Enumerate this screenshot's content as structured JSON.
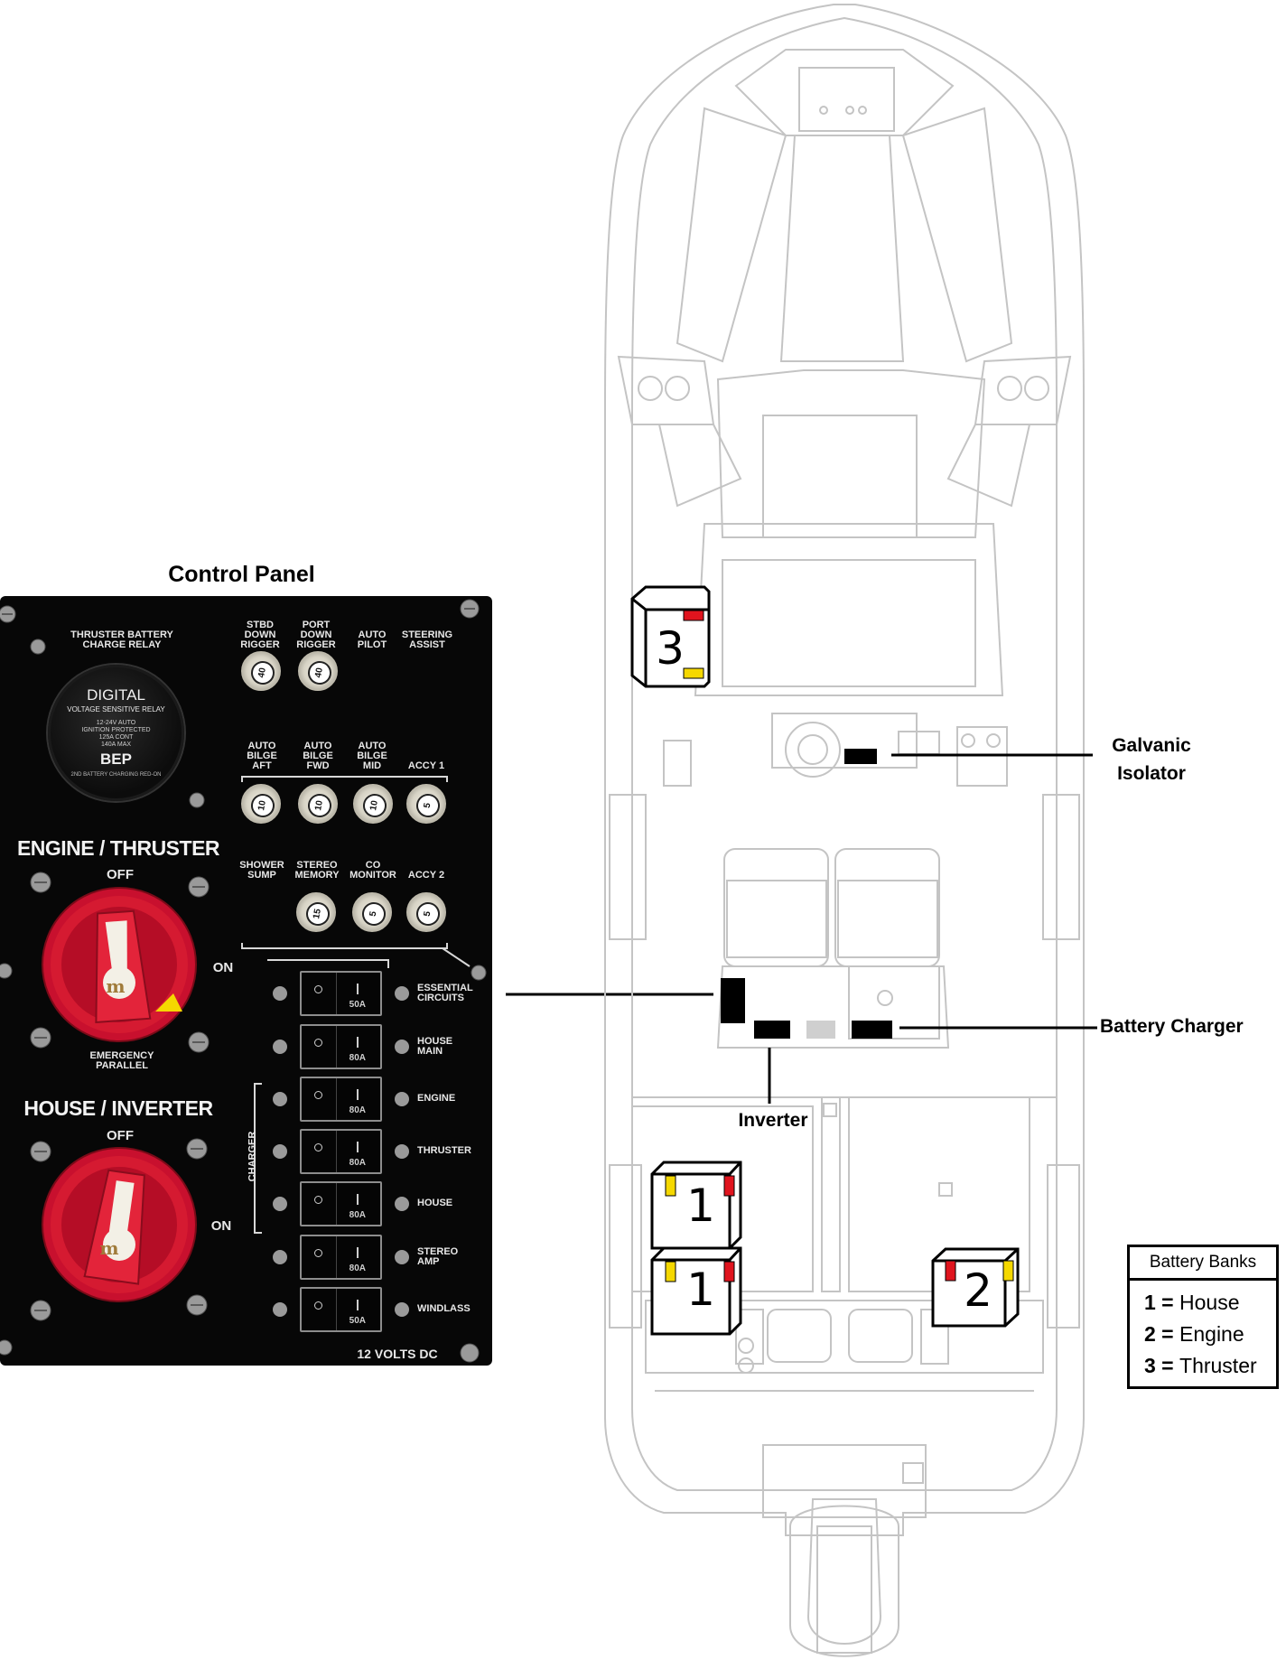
{
  "panel_title": "Control Panel",
  "panel": {
    "relay_header": [
      "THRUSTER BATTERY",
      "CHARGE RELAY"
    ],
    "relay_device": {
      "brand_top": "DIGITAL",
      "subtitle": "VOLTAGE SENSITIVE RELAY",
      "specs": [
        "12-24V AUTO",
        "IGNITION PROTECTED",
        "125A CONT",
        "140A MAX"
      ],
      "brand": "BEP",
      "footer": "2ND BATTERY CHARGING RED-ON"
    },
    "row1_labels": [
      [
        "STBD",
        "DOWN",
        "RIGGER"
      ],
      [
        "PORT",
        "DOWN",
        "RIGGER"
      ],
      [
        "AUTO",
        "PILOT"
      ],
      [
        "STEERING",
        "ASSIST"
      ]
    ],
    "row1_fuses": [
      "40",
      "40"
    ],
    "row2_labels": [
      [
        "AUTO",
        "BILGE",
        "AFT"
      ],
      [
        "AUTO",
        "BILGE",
        "FWD"
      ],
      [
        "AUTO",
        "BILGE",
        "MID"
      ],
      [
        "ACCY 1"
      ]
    ],
    "row2_fuses": [
      "10",
      "10",
      "10",
      "5"
    ],
    "row3_labels": [
      [
        "SHOWER",
        "SUMP"
      ],
      [
        "STEREO",
        "MEMORY"
      ],
      [
        "CO",
        "MONITOR"
      ],
      [
        "ACCY 2"
      ]
    ],
    "row3_fuses": [
      "15",
      "5",
      "5"
    ],
    "switch1": {
      "title": "ENGINE / THRUSTER",
      "off": "OFF",
      "on": "ON",
      "below": [
        "EMERGENCY",
        "PARALLEL"
      ]
    },
    "switch2": {
      "title": "HOUSE / INVERTER",
      "off": "OFF",
      "on": "ON"
    },
    "switch_knob": "m",
    "charger_label": "CHARGER",
    "breakers": [
      {
        "rating": "50A",
        "label": [
          "ESSENTIAL",
          "CIRCUITS"
        ]
      },
      {
        "rating": "80A",
        "label": [
          "HOUSE",
          "MAIN"
        ]
      },
      {
        "rating": "80A",
        "label": [
          "ENGINE"
        ]
      },
      {
        "rating": "80A",
        "label": [
          "THRUSTER"
        ]
      },
      {
        "rating": "80A",
        "label": [
          "HOUSE"
        ]
      },
      {
        "rating": "80A",
        "label": [
          "STEREO",
          "AMP"
        ]
      },
      {
        "rating": "50A",
        "label": [
          "WINDLASS"
        ]
      }
    ],
    "footer": "12 VOLTS DC"
  },
  "callouts": {
    "galvanic": [
      "Galvanic",
      "Isolator"
    ],
    "charger": "Battery Charger",
    "inverter": "Inverter"
  },
  "batteries": [
    {
      "number": "3"
    },
    {
      "number": "1"
    },
    {
      "number": "1"
    },
    {
      "number": "2"
    }
  ],
  "legend": {
    "title": "Battery Banks",
    "rows": [
      {
        "num": "1",
        "sep": " = ",
        "name": "House"
      },
      {
        "num": "2",
        "sep": " = ",
        "name": "Engine"
      },
      {
        "num": "3",
        "sep": " = ",
        "name": "Thruster"
      }
    ]
  },
  "colors": {
    "panel_bg": "#070707",
    "knob_red": "#c8102e",
    "terminal_red": "#e0141e",
    "terminal_yellow": "#f5d800",
    "hull_line": "#c4c4c4"
  }
}
